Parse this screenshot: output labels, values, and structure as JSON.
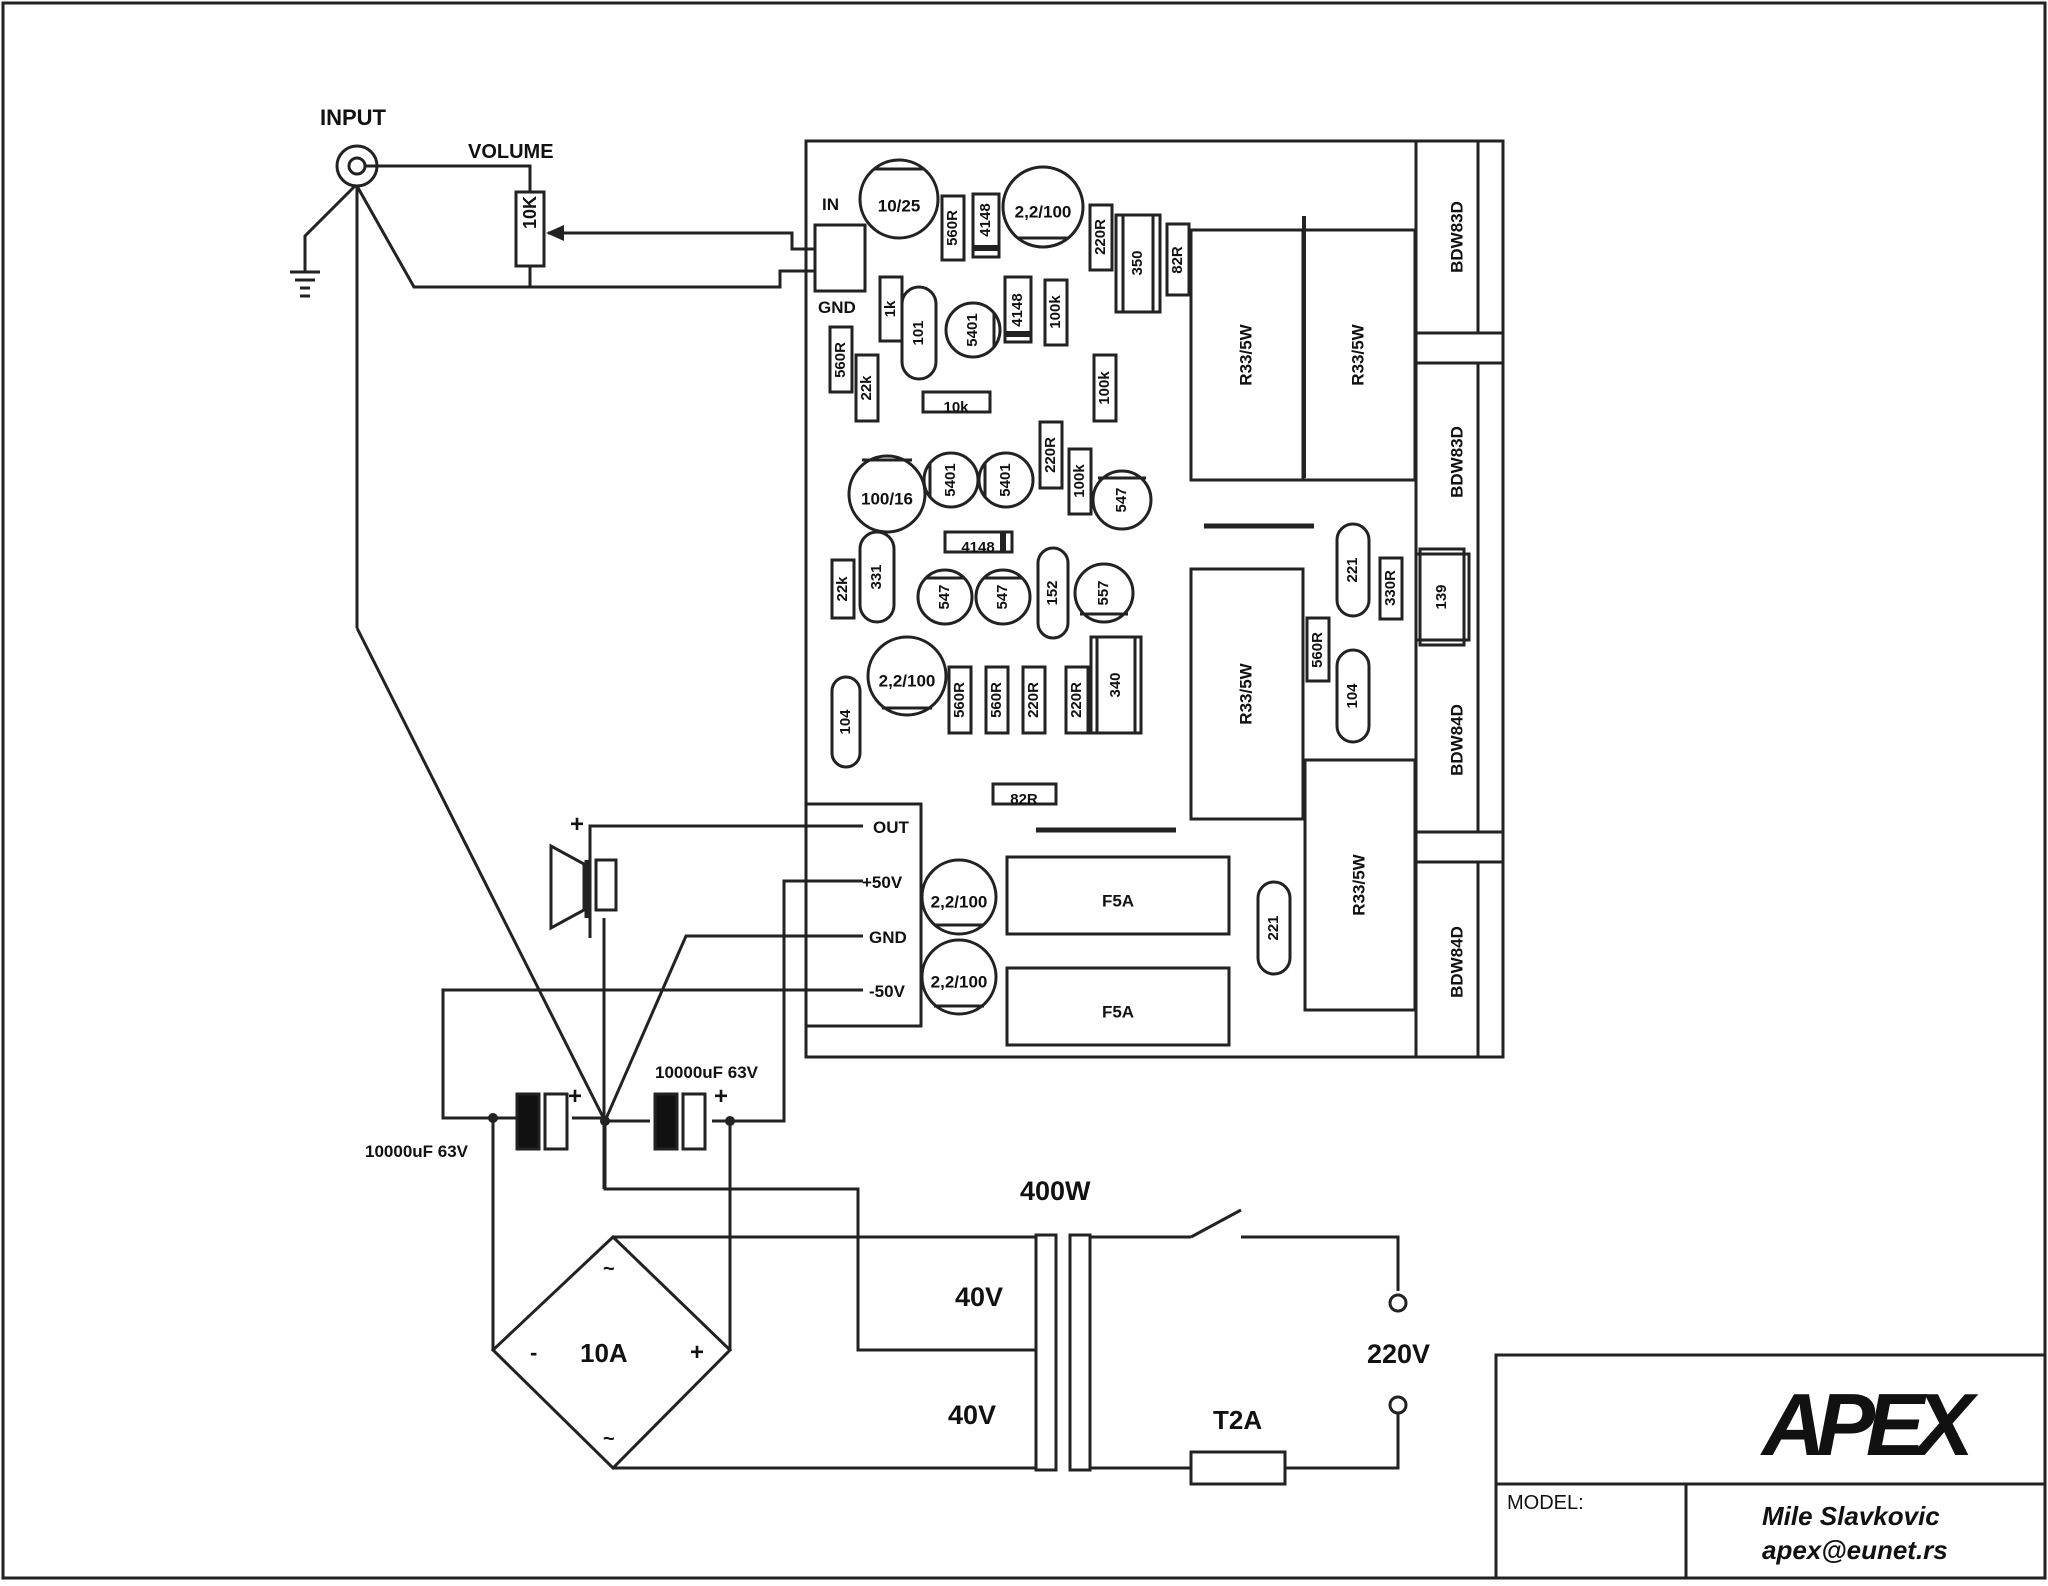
{
  "labels": {
    "input": "INPUT",
    "volume": "VOLUME",
    "pot": "10K",
    "in": "IN",
    "gnd_in": "GND",
    "out": "OUT",
    "p50": "+50V",
    "gnd_out": "GND",
    "m50": "-50V",
    "plus": "+",
    "cap_main_top": "10000uF 63V",
    "cap_main_left": "10000uF 63V",
    "bridge": "10A",
    "bridge_minus": "-",
    "bridge_plus": "+",
    "ac": "~",
    "power": "400W",
    "sec_top": "40V",
    "sec_bottom": "40V",
    "mains": "220V",
    "fuse_mains": "T2A"
  },
  "title_block": {
    "logo": "APEX",
    "model_label": "MODEL:",
    "author": "Mile Slavkovic",
    "email": "apex@eunet.rs"
  },
  "transistors": [
    "BDW83D",
    "BDW83D",
    "BDW84D",
    "BDW84D"
  ],
  "components": [
    {
      "id": "c1025",
      "t": "10/25"
    },
    {
      "id": "r560a",
      "t": "560R"
    },
    {
      "id": "d4148a",
      "t": "4148"
    },
    {
      "id": "c22100a",
      "t": "2,2/100"
    },
    {
      "id": "r220a",
      "t": "220R"
    },
    {
      "id": "p350",
      "t": "350"
    },
    {
      "id": "r82a",
      "t": "82R"
    },
    {
      "id": "r1k",
      "t": "1k"
    },
    {
      "id": "c101",
      "t": "101"
    },
    {
      "id": "t5401a",
      "t": "5401"
    },
    {
      "id": "d4148b",
      "t": "4148"
    },
    {
      "id": "r100ka",
      "t": "100k"
    },
    {
      "id": "r560b",
      "t": "560R"
    },
    {
      "id": "r22ka",
      "t": "22k"
    },
    {
      "id": "r10k",
      "t": "10k"
    },
    {
      "id": "r100kb",
      "t": "100k"
    },
    {
      "id": "r220b",
      "t": "220R"
    },
    {
      "id": "r100kc",
      "t": "100k"
    },
    {
      "id": "c10016",
      "t": "100/16"
    },
    {
      "id": "t5401b",
      "t": "5401"
    },
    {
      "id": "t5401c",
      "t": "5401"
    },
    {
      "id": "t547a",
      "t": "547"
    },
    {
      "id": "d4148c",
      "t": "4148"
    },
    {
      "id": "r22kb",
      "t": "22k"
    },
    {
      "id": "c331",
      "t": "331"
    },
    {
      "id": "t547b",
      "t": "547"
    },
    {
      "id": "t547c",
      "t": "547"
    },
    {
      "id": "c152",
      "t": "152"
    },
    {
      "id": "t557",
      "t": "557"
    },
    {
      "id": "c22100b",
      "t": "2,2/100"
    },
    {
      "id": "c104a",
      "t": "104"
    },
    {
      "id": "r560c",
      "t": "560R"
    },
    {
      "id": "r560d",
      "t": "560R"
    },
    {
      "id": "r220c",
      "t": "220R"
    },
    {
      "id": "r220d",
      "t": "220R"
    },
    {
      "id": "p340",
      "t": "340"
    },
    {
      "id": "r82b",
      "t": "82R"
    },
    {
      "id": "c221a",
      "t": "221"
    },
    {
      "id": "r330",
      "t": "330R"
    },
    {
      "id": "t139",
      "t": "139"
    },
    {
      "id": "r560e",
      "t": "560R"
    },
    {
      "id": "c104b",
      "t": "104"
    },
    {
      "id": "c22100c",
      "t": "2,2/100"
    },
    {
      "id": "c22100d",
      "t": "2,2/100"
    },
    {
      "id": "f5a1",
      "t": "F5A"
    },
    {
      "id": "f5a2",
      "t": "F5A"
    },
    {
      "id": "c221b",
      "t": "221"
    },
    {
      "id": "r33a",
      "t": "R33/5W"
    },
    {
      "id": "r33b",
      "t": "R33/5W"
    },
    {
      "id": "r33c",
      "t": "R33/5W"
    },
    {
      "id": "r33d",
      "t": "R33/5W"
    }
  ]
}
